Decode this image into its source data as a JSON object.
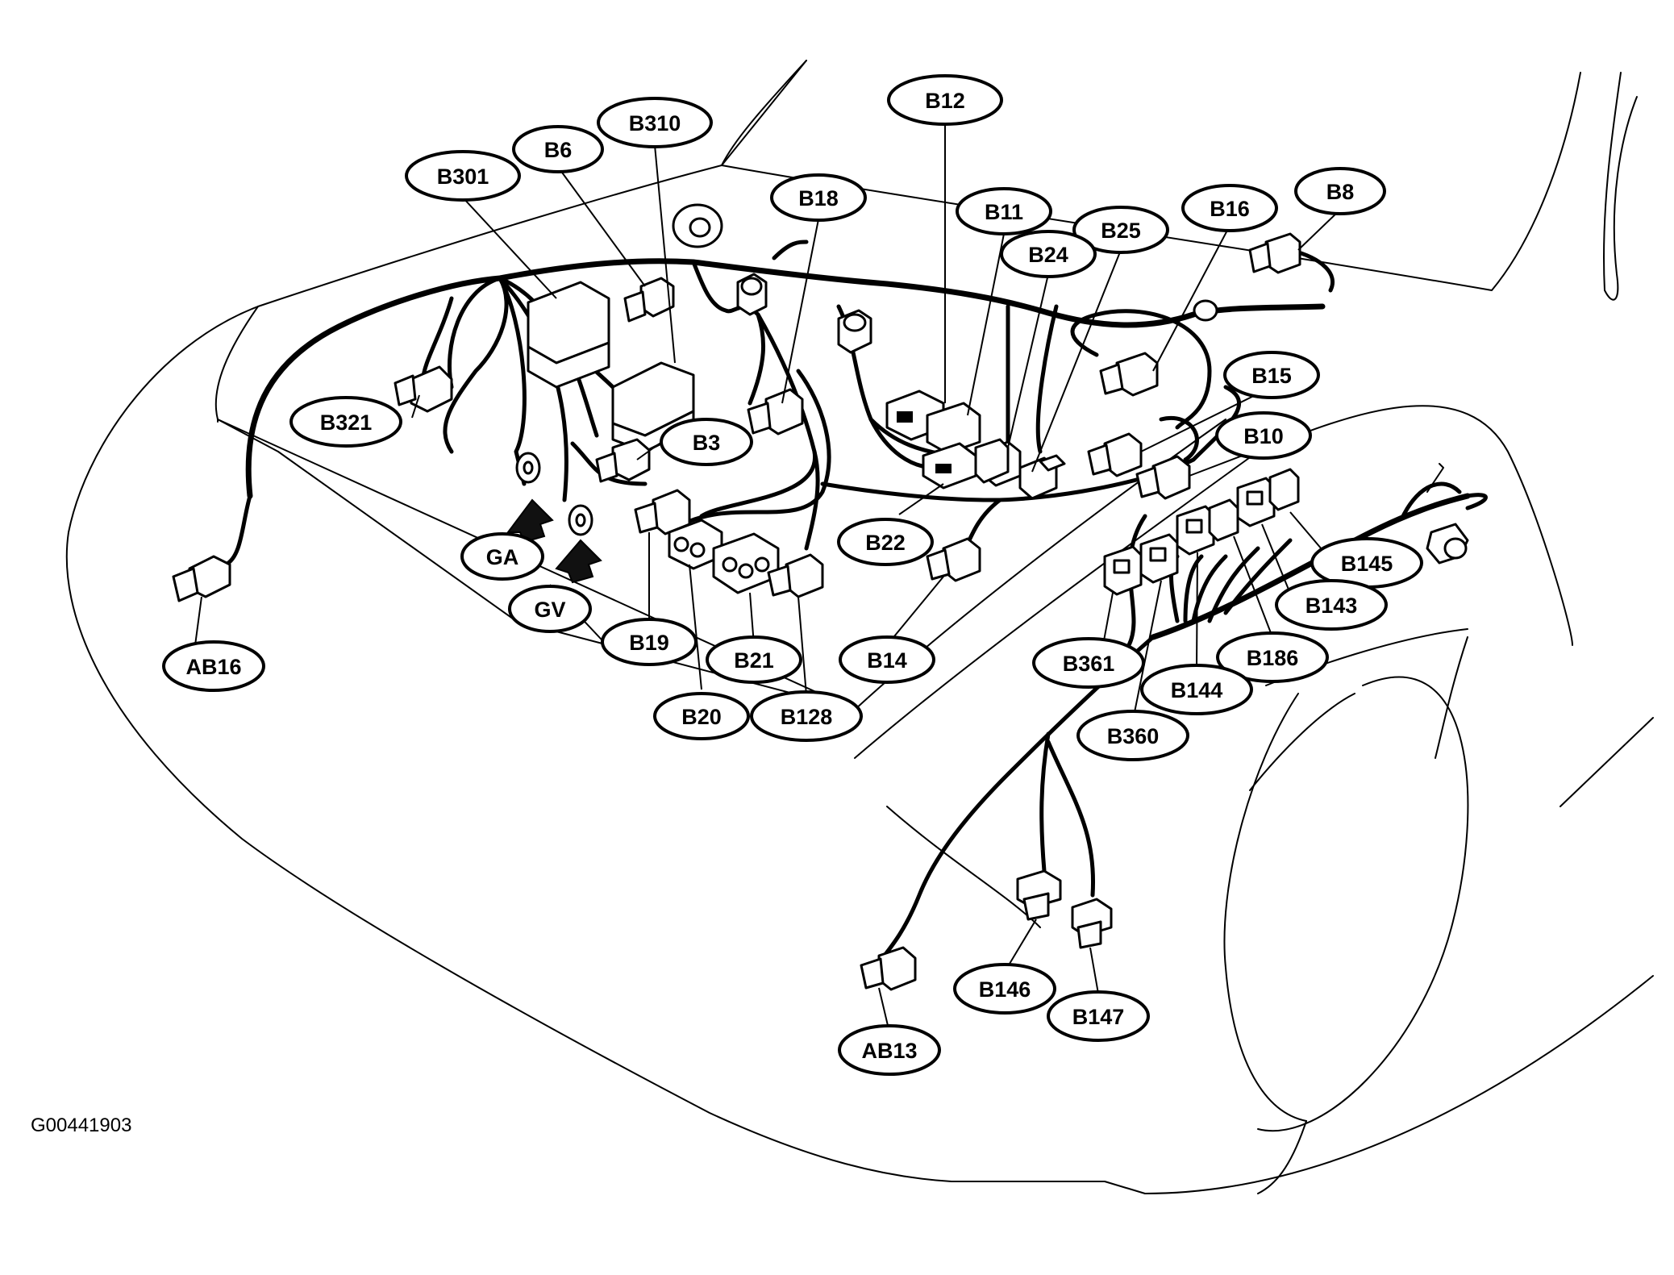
{
  "diagram": {
    "figure_code": "G00441903",
    "callouts": [
      {
        "label": "B12"
      },
      {
        "label": "B310"
      },
      {
        "label": "B6"
      },
      {
        "label": "B301"
      },
      {
        "label": "B18"
      },
      {
        "label": "B11"
      },
      {
        "label": "B8"
      },
      {
        "label": "B16"
      },
      {
        "label": "B25"
      },
      {
        "label": "B24"
      },
      {
        "label": "B321"
      },
      {
        "label": "B3"
      },
      {
        "label": "B15"
      },
      {
        "label": "B10"
      },
      {
        "label": "GA"
      },
      {
        "label": "B22"
      },
      {
        "label": "GV"
      },
      {
        "label": "B145"
      },
      {
        "label": "B143"
      },
      {
        "label": "AB16"
      },
      {
        "label": "B19"
      },
      {
        "label": "B21"
      },
      {
        "label": "B14"
      },
      {
        "label": "B361"
      },
      {
        "label": "B186"
      },
      {
        "label": "B144"
      },
      {
        "label": "B20"
      },
      {
        "label": "B128"
      },
      {
        "label": "B360"
      },
      {
        "label": "B146"
      },
      {
        "label": "B147"
      },
      {
        "label": "AB13"
      }
    ]
  }
}
